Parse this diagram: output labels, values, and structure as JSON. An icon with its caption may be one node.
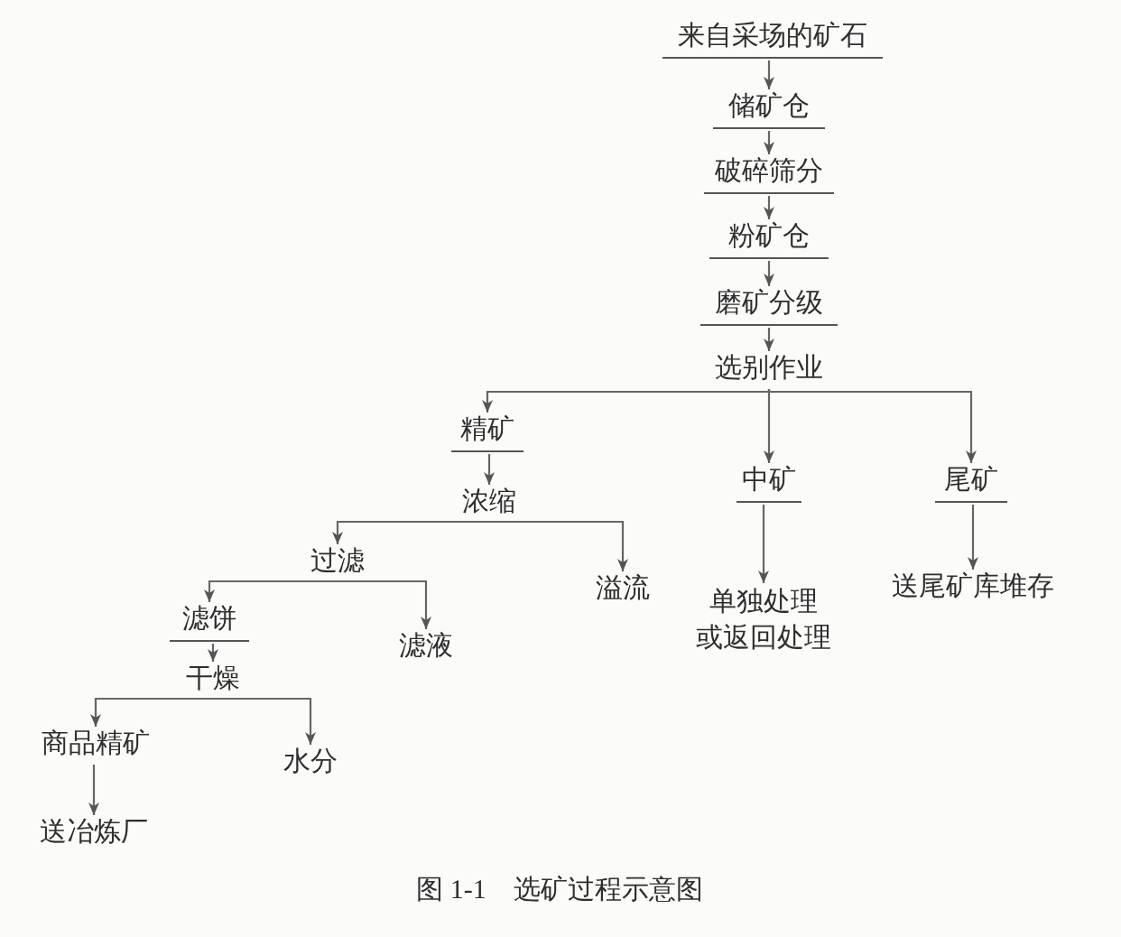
{
  "diagram": {
    "caption": "图 1-1　选矿过程示意图",
    "nodes": [
      {
        "text": [
          "来自采场的矿石"
        ]
      },
      {
        "text": [
          "储矿仓"
        ]
      },
      {
        "text": [
          "破碎筛分"
        ]
      },
      {
        "text": [
          "粉矿仓"
        ]
      },
      {
        "text": [
          "磨矿分级"
        ]
      },
      {
        "text": [
          "选别作业"
        ]
      },
      {
        "text": [
          "精矿"
        ]
      },
      {
        "text": [
          "浓缩"
        ]
      },
      {
        "text": [
          "中矿"
        ]
      },
      {
        "text": [
          "尾矿"
        ]
      },
      {
        "text": [
          "过滤"
        ]
      },
      {
        "text": [
          "溢流"
        ]
      },
      {
        "text": [
          "单独处理或返回处理"
        ]
      },
      {
        "text": [
          "送尾矿库堆存"
        ]
      },
      {
        "text": [
          "滤饼"
        ]
      },
      {
        "text": [
          "滤液"
        ]
      },
      {
        "text": [
          "干燥"
        ]
      },
      {
        "text": [
          "商品精矿"
        ]
      },
      {
        "text": [
          "水分"
        ]
      },
      {
        "text": [
          "送冶炼厂"
        ]
      }
    ],
    "edges": [
      {
        "from": 0,
        "to": 1,
        "arrow": "to"
      },
      {
        "from": 1,
        "to": 2,
        "arrow": "to"
      },
      {
        "from": 2,
        "to": 3,
        "arrow": "to"
      },
      {
        "from": 3,
        "to": 4,
        "arrow": "to"
      },
      {
        "from": 4,
        "to": 5,
        "arrow": "to"
      },
      {
        "from": 5,
        "to": 6,
        "arrow": "to"
      },
      {
        "from": 5,
        "to": 8,
        "arrow": "to"
      },
      {
        "from": 5,
        "to": 9,
        "arrow": "to"
      },
      {
        "from": 6,
        "to": 7,
        "arrow": "to"
      },
      {
        "from": 7,
        "to": 10,
        "arrow": "to"
      },
      {
        "from": 7,
        "to": 11,
        "arrow": "to"
      },
      {
        "from": 8,
        "to": 12,
        "arrow": "to"
      },
      {
        "from": 9,
        "to": 13,
        "arrow": "to"
      },
      {
        "from": 10,
        "to": 14,
        "arrow": "to"
      },
      {
        "from": 10,
        "to": 15,
        "arrow": "to"
      },
      {
        "from": 14,
        "to": 16,
        "arrow": "to"
      },
      {
        "from": 16,
        "to": 17,
        "arrow": "to"
      },
      {
        "from": 16,
        "to": 18,
        "arrow": "to"
      },
      {
        "from": 17,
        "to": 19,
        "arrow": "to"
      }
    ]
  }
}
